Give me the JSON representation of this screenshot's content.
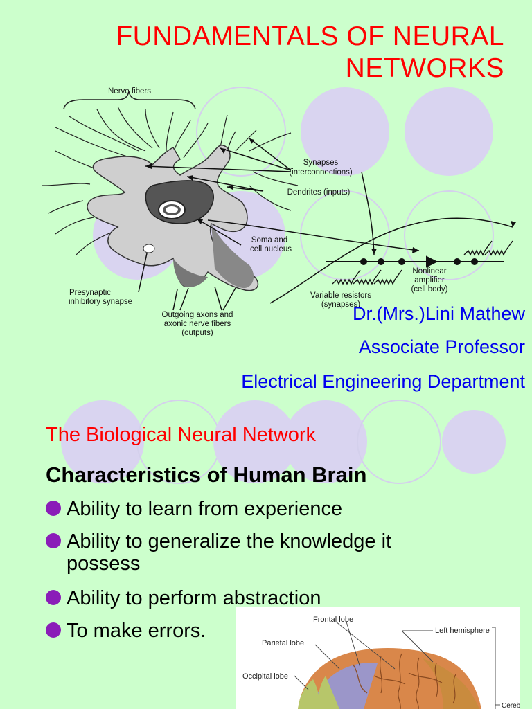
{
  "title_lines": [
    "FUNDAMENTALS OF NEURAL",
    "NETWORKS"
  ],
  "author": {
    "name": "Dr.(Mrs.)Lini Mathew",
    "position": "Associate Professor",
    "department": "Electrical Engineering Department"
  },
  "neuron_labels": {
    "nerve_fibers": "Nerve fibers",
    "synapses_1": "Synapses",
    "synapses_2": "(interconnections)",
    "dendrites": "Dendrites (inputs)",
    "soma_1": "Soma and",
    "soma_2": "cell nucleus",
    "presynaptic_1": "Presynaptic",
    "presynaptic_2": "inhibitory synapse",
    "outgoing_1": "Outgoing axons and",
    "outgoing_2": "axonic nerve fibers",
    "outgoing_3": "(outputs)",
    "variable_1": "Variable resistors",
    "variable_2": "(synapses)",
    "nonlinear_1": "Nonlinear",
    "nonlinear_2": "amplifier",
    "nonlinear_3": "(cell body)"
  },
  "section_heading": "The Biological Neural Network",
  "subheading": "Characteristics of Human Brain",
  "bullets": [
    {
      "line1": "Ability to learn from experience",
      "line2": ""
    },
    {
      "line1": "Ability to generalize the knowledge it",
      "line2": "possess"
    },
    {
      "line1": "Ability to perform abstraction",
      "line2": ""
    },
    {
      "line1": "To make errors.",
      "line2": ""
    }
  ],
  "brain_labels": {
    "frontal": "Frontal lobe",
    "left_hemisphere": "Left hemisphere",
    "parietal": "Parietal lobe",
    "occipital": "Occipital lobe",
    "cerebrum": "Cerebrum"
  },
  "colors": {
    "background": "#ccffcc",
    "title": "#ff0000",
    "author": "#0000ee",
    "bullet_dot": "#8a1db8",
    "decor_circle": "#d9d4f0"
  }
}
